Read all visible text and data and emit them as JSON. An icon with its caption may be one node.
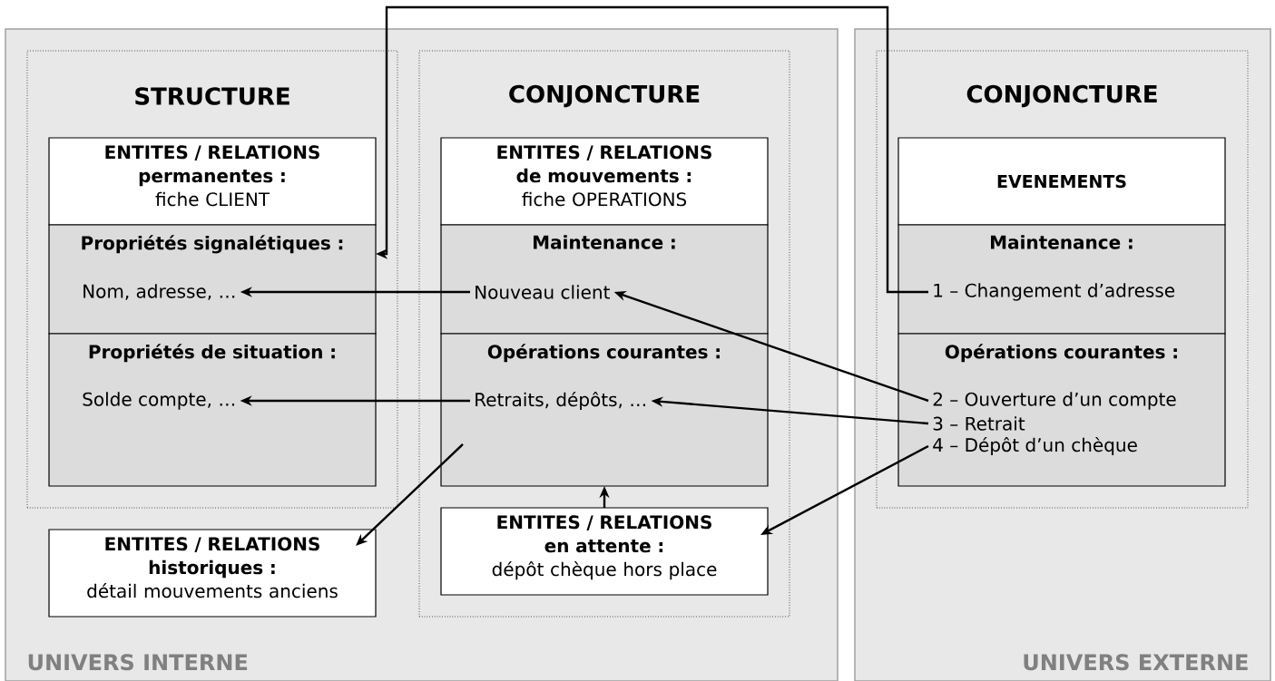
{
  "diagram": {
    "nodes": [
      {
        "text": [
          "UNIVERS INTERNE"
        ]
      },
      {
        "text": [
          "UNIVERS EXTERNE"
        ]
      },
      {
        "text": [
          "STRUCTURE"
        ],
        "in": 0
      },
      {
        "text": [
          "CONJONCTURE"
        ],
        "in": 0
      },
      {
        "text": [
          "CONJONCTURE"
        ],
        "in": 1
      },
      {
        "text": [
          "ENTITES / RELATIONS permanentes :",
          "fiche CLIENT"
        ],
        "in": 2
      },
      {
        "text": [
          "Propriétés signalétiques :"
        ],
        "in": 2
      },
      {
        "text": [
          "Nom, adresse, …"
        ],
        "in": 6
      },
      {
        "text": [
          "Propriétés de situation :"
        ],
        "in": 2
      },
      {
        "text": [
          "Solde compte, …"
        ],
        "in": 8
      },
      {
        "text": [
          "ENTITES / RELATIONS historiques :",
          "détail mouvements anciens"
        ],
        "in": 0
      },
      {
        "text": [
          "ENTITES / RELATIONS de mouvements :",
          "fiche OPERATIONS"
        ],
        "in": 3
      },
      {
        "text": [
          "Maintenance :"
        ],
        "in": 3
      },
      {
        "text": [
          "Nouveau client"
        ],
        "in": 12
      },
      {
        "text": [
          "Opérations courantes :"
        ],
        "in": 3
      },
      {
        "text": [
          "Retraits, dépôts, …"
        ],
        "in": 14
      },
      {
        "text": [
          "ENTITES / RELATIONS en attente :",
          "dépôt chèque hors place"
        ],
        "in": 3
      },
      {
        "text": [
          "EVENEMENTS"
        ],
        "in": 4
      },
      {
        "text": [
          "Maintenance :"
        ],
        "in": 4
      },
      {
        "text": [
          "1 – Changement d’adresse"
        ],
        "in": 18
      },
      {
        "text": [
          "Opérations courantes :"
        ],
        "in": 4
      },
      {
        "text": [
          "2 – Ouverture d’un compte"
        ],
        "in": 20
      },
      {
        "text": [
          "3 – Retrait"
        ],
        "in": 20
      },
      {
        "text": [
          "4 – Dépôt d’un chèque"
        ],
        "in": 20
      }
    ],
    "edges": [
      {
        "from": 19,
        "to": 6,
        "arrow": "to"
      },
      {
        "from": 13,
        "to": 7,
        "arrow": "to"
      },
      {
        "from": 15,
        "to": 9,
        "arrow": "to"
      },
      {
        "from": 14,
        "to": 10,
        "arrow": "to"
      },
      {
        "from": 16,
        "to": 14,
        "arrow": "to"
      },
      {
        "from": 21,
        "to": 13,
        "arrow": "to"
      },
      {
        "from": 22,
        "to": 15,
        "arrow": "to"
      },
      {
        "from": 23,
        "to": 16,
        "arrow": "to"
      }
    ]
  }
}
